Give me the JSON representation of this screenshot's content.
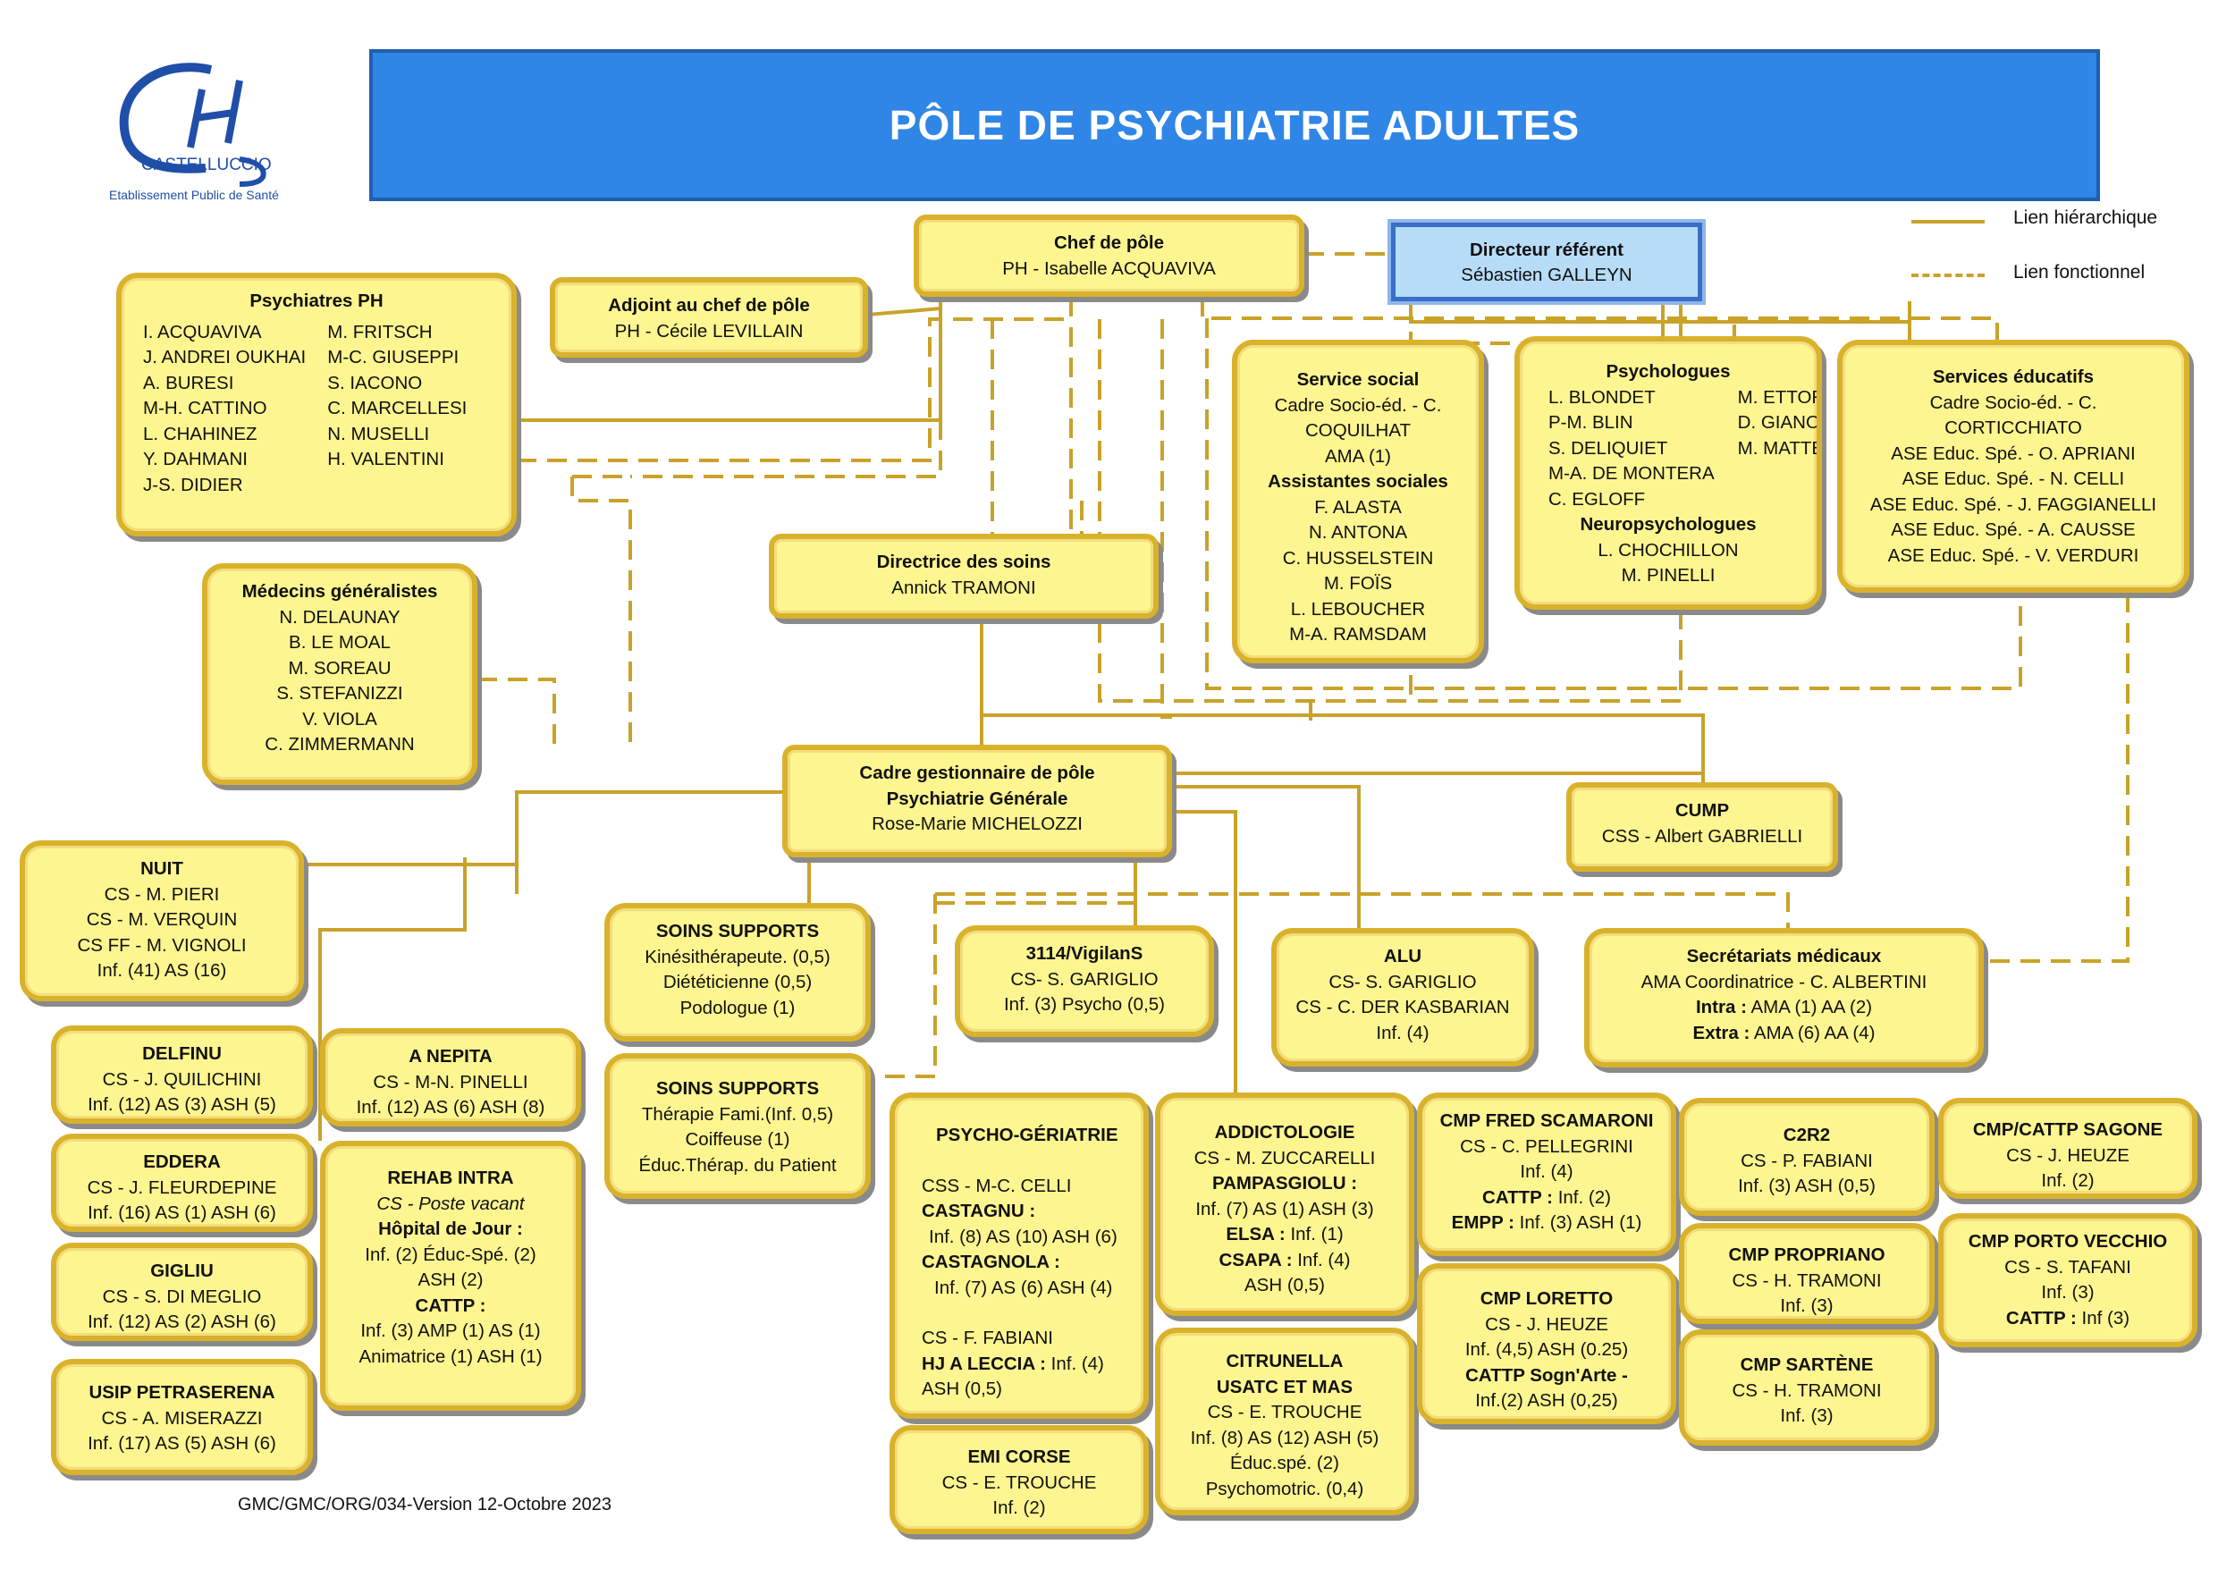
{
  "header": {
    "title": "PÔLE DE PSYCHIATRIE ADULTES",
    "logo": {
      "name": "CASTELLUCCIO",
      "subtitle": "Etablissement Public de Santé"
    }
  },
  "legend": {
    "hierarchical": "Lien hiérarchique",
    "functional": "Lien fonctionnel"
  },
  "colors": {
    "box_fill": "#fdf58f",
    "box_border": "#d9b22c",
    "link": "#c9a22a",
    "banner": "#2f86e6",
    "director_fill": "#b7dcf7"
  },
  "chef": {
    "title": "Chef de pôle",
    "name": "PH - Isabelle ACQUAVIVA"
  },
  "director": {
    "title": "Directeur référent",
    "name": "Sébastien GALLEYN"
  },
  "adjoint": {
    "title": "Adjoint au chef de pôle",
    "name": "PH - Cécile LEVILLAIN"
  },
  "psychiatres": {
    "title": "Psychiatres PH",
    "col1": [
      "I. ACQUAVIVA",
      "J. ANDREI OUKHAI",
      "A. BURESI",
      "M-H. CATTINO",
      "L. CHAHINEZ",
      "Y. DAHMANI",
      "J-S. DIDIER"
    ],
    "col2": [
      "M. FRITSCH",
      "M-C. GIUSEPPI",
      "S. IACONO",
      "C. MARCELLESI",
      "N. MUSELLI",
      "H. VALENTINI"
    ]
  },
  "medecins": {
    "title": "Médecins généralistes",
    "lines": [
      "N. DELAUNAY",
      "B. LE MOAL",
      "M. SOREAU",
      "S. STEFANIZZI",
      "V. VIOLA",
      "C. ZIMMERMANN"
    ]
  },
  "directrice": {
    "title": "Directrice des soins",
    "name": "Annick TRAMONI"
  },
  "service_social": {
    "title": "Service social",
    "lines": [
      "Cadre Socio-éd. - C.",
      "COQUILHAT",
      "AMA (1)"
    ],
    "subtitle": "Assistantes sociales",
    "lines2": [
      "F. ALASTA",
      "N. ANTONA",
      "C. HUSSELSTEIN",
      "M. FOÏS",
      "L. LEBOUCHER",
      "M-A. RAMSDAM"
    ]
  },
  "psychologues": {
    "title": "Psychologues",
    "col1": [
      "L. BLONDET",
      "P-M. BLIN",
      "S. DELIQUIET",
      "M-A. DE MONTERA",
      "C. EGLOFF"
    ],
    "col2": [
      "M. ETTORI",
      "D. GIANOTTI",
      "M. MATTEI"
    ],
    "subtitle": "Neuropsychologues",
    "lines2": [
      "L. CHOCHILLON",
      "M. PINELLI"
    ]
  },
  "services_educatifs": {
    "title": "Services éducatifs",
    "lines": [
      "Cadre Socio-éd. - C.",
      "CORTICCHIATO",
      "ASE Educ. Spé. - O. APRIANI",
      "ASE Educ. Spé. - N. CELLI",
      "ASE Educ. Spé. - J. FAGGIANELLI",
      "ASE Educ. Spé. - A. CAUSSE",
      "ASE Educ. Spé. - V. VERDURI"
    ]
  },
  "cadre": {
    "title1": "Cadre gestionnaire de pôle",
    "title2": "Psychiatrie Générale",
    "name": "Rose-Marie MICHELOZZI"
  },
  "cump": {
    "title": "CUMP",
    "name": "CSS - Albert GABRIELLI"
  },
  "nuit": {
    "title": "NUIT",
    "lines": [
      "CS - M. PIERI",
      "CS - M. VERQUIN",
      "CS FF - M. VIGNOLI",
      "Inf. (41) AS (16)"
    ]
  },
  "soins1": {
    "title": "SOINS SUPPORTS",
    "lines": [
      "Kinésithérapeute. (0,5)",
      "Diététicienne (0,5)",
      "Podologue (1)"
    ]
  },
  "vigilans": {
    "title": "3114/VigilanS",
    "lines": [
      "CS- S. GARIGLIO",
      "Inf. (3) Psycho (0,5)"
    ]
  },
  "alu": {
    "title": "ALU",
    "lines": [
      "CS- S. GARIGLIO",
      "CS - C. DER KASBARIAN",
      "Inf. (4)"
    ]
  },
  "secretariats": {
    "title": "Secrétariats médicaux",
    "line1": "AMA Coordinatrice - C. ALBERTINI",
    "intra_label": "Intra :",
    "intra_value": " AMA (1) AA (2)",
    "extra_label": "Extra :",
    "extra_value": " AMA (6) AA (4)"
  },
  "delfinu": {
    "title": "DELFINU",
    "lines": [
      "CS - J. QUILICHINI",
      "Inf. (12) AS (3) ASH (5)"
    ]
  },
  "nepita": {
    "title": "A NEPITA",
    "lines": [
      "CS - M-N. PINELLI",
      "Inf. (12) AS (6) ASH (8)"
    ]
  },
  "eddera": {
    "title": "EDDERA",
    "lines": [
      "CS - J. FLEURDEPINE",
      "Inf. (16) AS (1) ASH (6)"
    ]
  },
  "rehab": {
    "title": "REHAB INTRA",
    "vacant": "CS - Poste vacant",
    "hj_label": "Hôpital de Jour :",
    "hj_lines": [
      "Inf. (2) Éduc-Spé. (2)",
      "ASH (2)"
    ],
    "cattp_label": "CATTP :",
    "cattp_lines": [
      "Inf. (3) AMP (1) AS (1)",
      "Animatrice (1) ASH (1)"
    ]
  },
  "gigliu": {
    "title": "GIGLIU",
    "lines": [
      "CS - S. DI MEGLIO",
      "Inf. (12) AS (2) ASH (6)"
    ]
  },
  "usip": {
    "title": "USIP PETRASERENA",
    "lines": [
      "CS - A. MISERAZZI",
      "Inf. (17) AS (5) ASH (6)"
    ]
  },
  "soins2": {
    "title": "SOINS SUPPORTS",
    "lines": [
      "Thérapie Fami.(Inf. 0,5)",
      "Coiffeuse (1)",
      "Éduc.Thérap. du Patient"
    ]
  },
  "psychoger": {
    "title": "PSYCHO-GÉRIATRIE",
    "cs1": "CSS - M-C. CELLI",
    "castagnu_label": "CASTAGNU :",
    "castagnu_value": "Inf. (8) AS (10) ASH (6)",
    "castagnola_label": "CASTAGNOLA :",
    "castagnola_value": "Inf. (7) AS (6) ASH (4)",
    "cs2": "CS - F. FABIANI",
    "hj_label": "HJ A LECCIA :",
    "hj_value": " Inf. (4)",
    "hj_value2": "ASH (0,5)"
  },
  "emi": {
    "title": "EMI CORSE",
    "lines": [
      "CS - E. TROUCHE",
      "Inf. (2)"
    ]
  },
  "addicto": {
    "title": "ADDICTOLOGIE",
    "cs": "CS - M. ZUCCARELLI",
    "pampa_label": "PAMPASGIOLU :",
    "pampa_value": "Inf. (7) AS (1) ASH (3)",
    "elsa_label": "ELSA :",
    "elsa_value": " Inf. (1)",
    "csapa_label": "CSAPA :",
    "csapa_value": " Inf. (4)",
    "last": "ASH (0,5)"
  },
  "citrunella": {
    "title1": "CITRUNELLA",
    "title2": "USATC ET MAS",
    "lines": [
      "CS - E. TROUCHE",
      "Inf. (8) AS (12) ASH (5)",
      "Éduc.spé. (2)",
      "Psychomotric. (0,4)"
    ]
  },
  "fred": {
    "title": "CMP FRED SCAMARONI",
    "cs": "CS - C. PELLEGRINI",
    "inf": "Inf. (4)",
    "cattp_label": "CATTP :",
    "cattp_value": " Inf. (2)",
    "empp_label": "EMPP :",
    "empp_value": " Inf. (3) ASH (1)"
  },
  "loretto": {
    "title": "CMP LORETTO",
    "cs": "CS - J. HEUZE",
    "inf": "Inf. (4,5) ASH (0.25)",
    "cattp_label": "CATTP Sogn'Arte -",
    "cattp_value": "Inf.(2) ASH (0,25)"
  },
  "c2r2": {
    "title": "C2R2",
    "lines": [
      "CS - P. FABIANI",
      "Inf. (3) ASH (0,5)"
    ]
  },
  "propriano": {
    "title": "CMP PROPRIANO",
    "lines": [
      "CS - H. TRAMONI",
      "Inf. (3)"
    ]
  },
  "sartene": {
    "title": "CMP SARTÈNE",
    "lines": [
      "CS - H. TRAMONI",
      "Inf. (3)"
    ]
  },
  "sagone": {
    "title": "CMP/CATTP SAGONE",
    "lines": [
      "CS - J. HEUZE",
      "Inf. (2)"
    ]
  },
  "porto": {
    "title": "CMP PORTO VECCHIO",
    "lines": [
      "CS - S. TAFANI",
      "Inf. (3)"
    ],
    "cattp_label": "CATTP :",
    "cattp_value": " Inf (3)"
  },
  "footer": {
    "version": "GMC/GMC/ORG/034-Version 12-Octobre 2023"
  }
}
